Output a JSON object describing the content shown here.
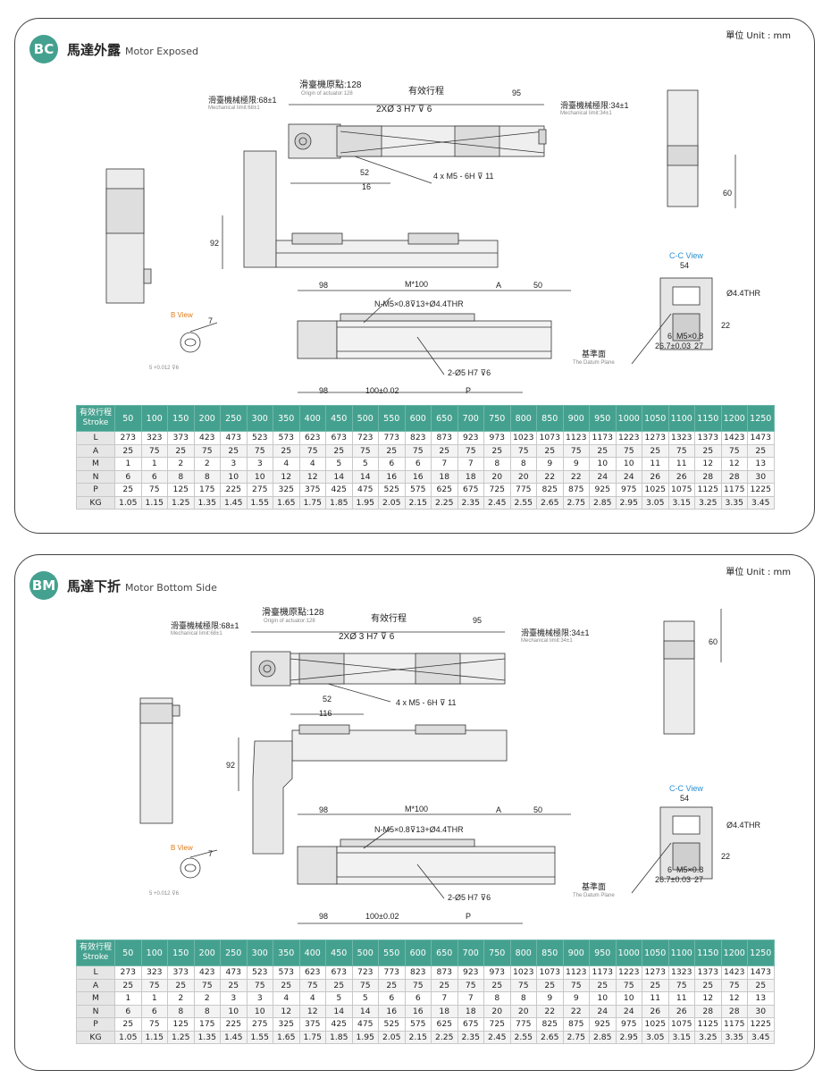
{
  "sections": [
    {
      "badge": "BC",
      "title_cn": "馬達外露",
      "title_en": "Motor Exposed",
      "unit": "單位 Unit : mm",
      "labels": {
        "origin_cn": "滑臺機原點:128",
        "origin_en": "Origin of actuator:128",
        "stroke_cn": "有效行程",
        "mech_left_cn": "滑臺機械極限:68±1",
        "mech_left_en": "Mechanical limit:68±1",
        "mech_right_cn": "滑臺機械極限:34±1",
        "mech_right_en": "Mechanical limit:34±1",
        "dim_95": "95",
        "hole_spec": "2XØ 3 H7 ⊽ 6",
        "thread_spec": "4 x M5 - 6H ⊽ 11",
        "dim_52": "52",
        "dim_16": "16",
        "dim_60": "60",
        "dim_92": "92",
        "dim_98": "98",
        "dim_m100": "M*100",
        "dim_a": "A",
        "dim_50": "50",
        "n_spec": "N-M5×0.8⊽13+Ø4.4THR",
        "pin_spec": "2-Ø5 H7 ⊽6",
        "dim_98b": "98",
        "dim_100": "100±0.02",
        "dim_p": "P",
        "b_view": "B View",
        "b_dim_7": "7",
        "b_tol": "5 +0.012 ⊽6",
        "cc_view": "C-C View",
        "cc_54": "54",
        "cc_thr": "Ø4.4THR",
        "cc_m5": "M5×0.8",
        "cc_22": "22",
        "cc_6": "6",
        "cc_267": "26.7±0.03",
        "cc_27": "27",
        "datum_cn": "基準面",
        "datum_en": "The Datum Plane"
      }
    },
    {
      "badge": "BM",
      "title_cn": "馬達下折",
      "title_en": "Motor Bottom Side",
      "unit": "單位 Unit : mm",
      "labels": {
        "origin_cn": "滑臺機原點:128",
        "origin_en": "Origin of actuator:128",
        "stroke_cn": "有效行程",
        "mech_left_cn": "滑臺機械極限:68±1",
        "mech_left_en": "Mechanical limit:68±1",
        "mech_right_cn": "滑臺機械極限:34±1",
        "mech_right_en": "Mechanical limit:34±1",
        "dim_95": "95",
        "hole_spec": "2XØ 3 H7 ⊽ 6",
        "thread_spec": "4 x M5 - 6H ⊽ 11",
        "dim_52": "52",
        "dim_16": "116",
        "dim_60": "60",
        "dim_92": "92",
        "dim_98": "98",
        "dim_m100": "M*100",
        "dim_a": "A",
        "dim_50": "50",
        "n_spec": "N-M5×0.8⊽13+Ø4.4THR",
        "pin_spec": "2-Ø5 H7 ⊽6",
        "dim_98b": "98",
        "dim_100": "100±0.02",
        "dim_p": "P",
        "b_view": "B View",
        "b_dim_7": "7",
        "b_tol": "5 +0.012 ⊽6",
        "cc_view": "C-C View",
        "cc_54": "54",
        "cc_thr": "Ø4.4THR",
        "cc_m5": "M5×0.8",
        "cc_22": "22",
        "cc_6": "6",
        "cc_267": "26.7±0.03",
        "cc_27": "27",
        "datum_cn": "基準面",
        "datum_en": "The Datum Plane"
      }
    }
  ],
  "table": {
    "header_cn": "有效行程",
    "header_en": "Stroke",
    "strokes": [
      "50",
      "100",
      "150",
      "200",
      "250",
      "300",
      "350",
      "400",
      "450",
      "500",
      "550",
      "600",
      "650",
      "700",
      "750",
      "800",
      "850",
      "900",
      "950",
      "1000",
      "1050",
      "1100",
      "1150",
      "1200",
      "1250"
    ],
    "rows": [
      {
        "label": "L",
        "values": [
          "273",
          "323",
          "373",
          "423",
          "473",
          "523",
          "573",
          "623",
          "673",
          "723",
          "773",
          "823",
          "873",
          "923",
          "973",
          "1023",
          "1073",
          "1123",
          "1173",
          "1223",
          "1273",
          "1323",
          "1373",
          "1423",
          "1473"
        ]
      },
      {
        "label": "A",
        "values": [
          "25",
          "75",
          "25",
          "75",
          "25",
          "75",
          "25",
          "75",
          "25",
          "75",
          "25",
          "75",
          "25",
          "75",
          "25",
          "75",
          "25",
          "75",
          "25",
          "75",
          "25",
          "75",
          "25",
          "75",
          "25"
        ]
      },
      {
        "label": "M",
        "values": [
          "1",
          "1",
          "2",
          "2",
          "3",
          "3",
          "4",
          "4",
          "5",
          "5",
          "6",
          "6",
          "7",
          "7",
          "8",
          "8",
          "9",
          "9",
          "10",
          "10",
          "11",
          "11",
          "12",
          "12",
          "13"
        ]
      },
      {
        "label": "N",
        "values": [
          "6",
          "6",
          "8",
          "8",
          "10",
          "10",
          "12",
          "12",
          "14",
          "14",
          "16",
          "16",
          "18",
          "18",
          "20",
          "20",
          "22",
          "22",
          "24",
          "24",
          "26",
          "26",
          "28",
          "28",
          "30"
        ]
      },
      {
        "label": "P",
        "values": [
          "25",
          "75",
          "125",
          "175",
          "225",
          "275",
          "325",
          "375",
          "425",
          "475",
          "525",
          "575",
          "625",
          "675",
          "725",
          "775",
          "825",
          "875",
          "925",
          "975",
          "1025",
          "1075",
          "1125",
          "1175",
          "1225"
        ]
      },
      {
        "label": "KG",
        "values": [
          "1.05",
          "1.15",
          "1.25",
          "1.35",
          "1.45",
          "1.55",
          "1.65",
          "1.75",
          "1.85",
          "1.95",
          "2.05",
          "2.15",
          "2.25",
          "2.35",
          "2.45",
          "2.55",
          "2.65",
          "2.75",
          "2.85",
          "2.95",
          "3.05",
          "3.15",
          "3.25",
          "3.35",
          "3.45"
        ]
      }
    ]
  }
}
